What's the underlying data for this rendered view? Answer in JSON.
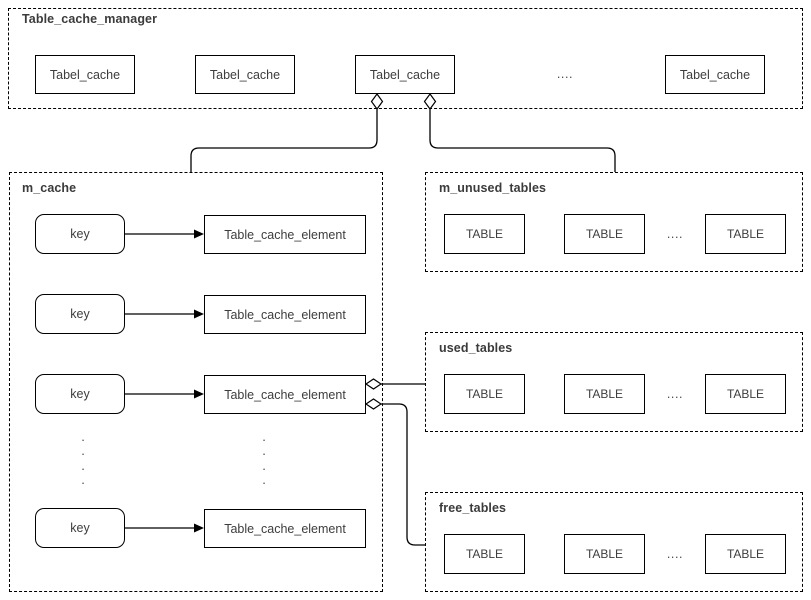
{
  "diagram": {
    "title": "Table_cache_manager",
    "ellipsis": "....",
    "groups": {
      "manager": {
        "label": "Table_cache_manager",
        "items": [
          {
            "label": "Tabel_cache"
          },
          {
            "label": "Tabel_cache"
          },
          {
            "label": "Tabel_cache"
          },
          {
            "label": "Tabel_cache"
          }
        ],
        "ellipsis": "...."
      },
      "m_cache": {
        "label": "m_cache",
        "rows": [
          {
            "key": "key",
            "element": "Table_cache_element"
          },
          {
            "key": "key",
            "element": "Table_cache_element"
          },
          {
            "key": "key",
            "element": "Table_cache_element"
          },
          {
            "key": "key",
            "element": "Table_cache_element"
          }
        ],
        "vertical_ellipsis": "."
      },
      "m_unused_tables": {
        "label": "m_unused_tables",
        "items": [
          {
            "label": "TABLE"
          },
          {
            "label": "TABLE"
          },
          {
            "label": "TABLE"
          }
        ],
        "ellipsis": "...."
      },
      "used_tables": {
        "label": "used_tables",
        "items": [
          {
            "label": "TABLE"
          },
          {
            "label": "TABLE"
          },
          {
            "label": "TABLE"
          }
        ],
        "ellipsis": "...."
      },
      "free_tables": {
        "label": "free_tables",
        "items": [
          {
            "label": "TABLE"
          },
          {
            "label": "TABLE"
          },
          {
            "label": "TABLE"
          }
        ],
        "ellipsis": "...."
      }
    },
    "colors": {
      "stroke": "#000000",
      "text": "#3d3d3d",
      "label": "#3b3b3b",
      "background": "#ffffff"
    }
  }
}
